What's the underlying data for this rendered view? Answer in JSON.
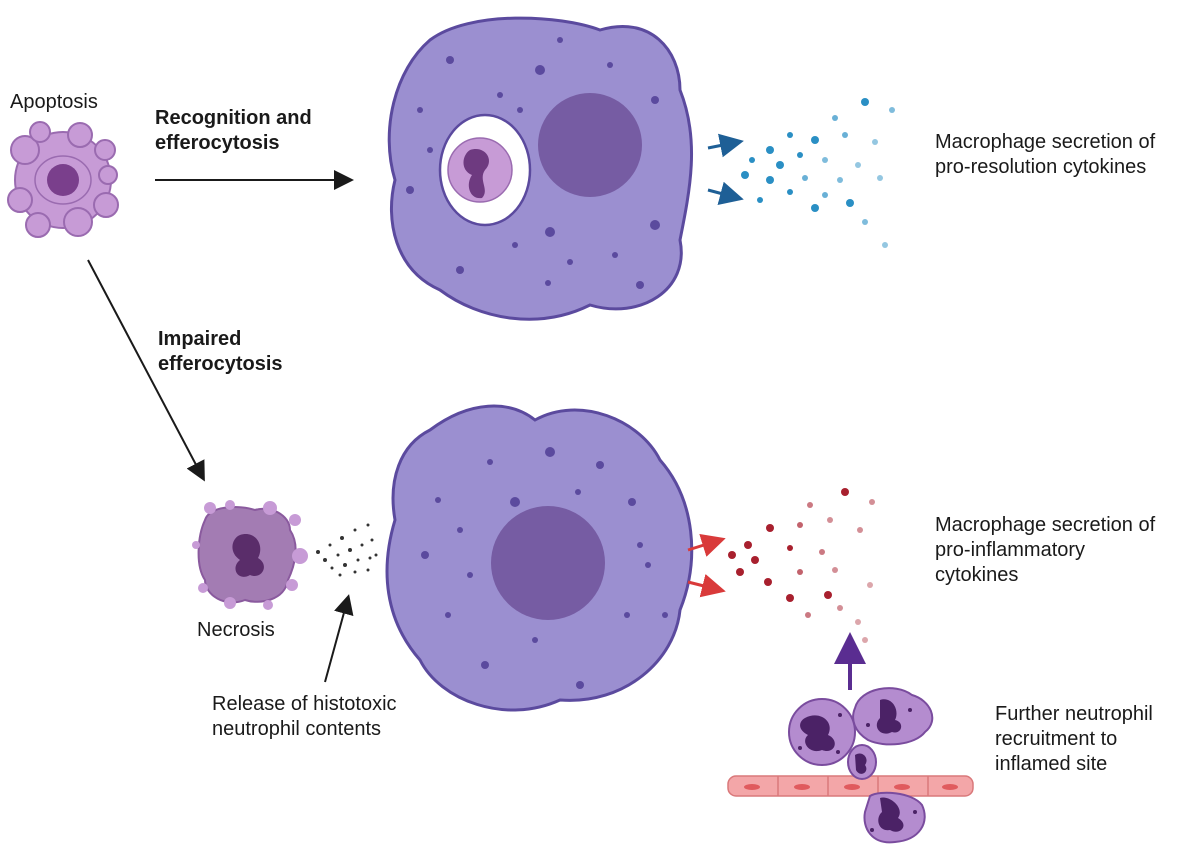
{
  "labels": {
    "apoptosis": "Apoptosis",
    "recognition": "Recognition and\nefferocytosis",
    "pro_resolution": "Macrophage secretion of\npro-resolution cytokines",
    "impaired": "Impaired\nefferocytosis",
    "necrosis": "Necrosis",
    "pro_inflammatory": "Macrophage secretion of\npro-inflammatory\ncytokines",
    "release": "Release of histotoxic\nneutrophil contents",
    "recruitment": "Further neutrophil\nrecruitment to\ninflamed site"
  },
  "colors": {
    "macrophage_fill": "#9b8fd0",
    "macrophage_stroke": "#5b4a9e",
    "nucleus": "#765ca3",
    "apoptotic_cell": "#c79bd6",
    "resolution_cytokine": "#2a8fc4",
    "inflammatory_cytokine": "#a8202e",
    "recruit_arrow": "#5a2d91",
    "endothelium": "#f3a6a8"
  }
}
